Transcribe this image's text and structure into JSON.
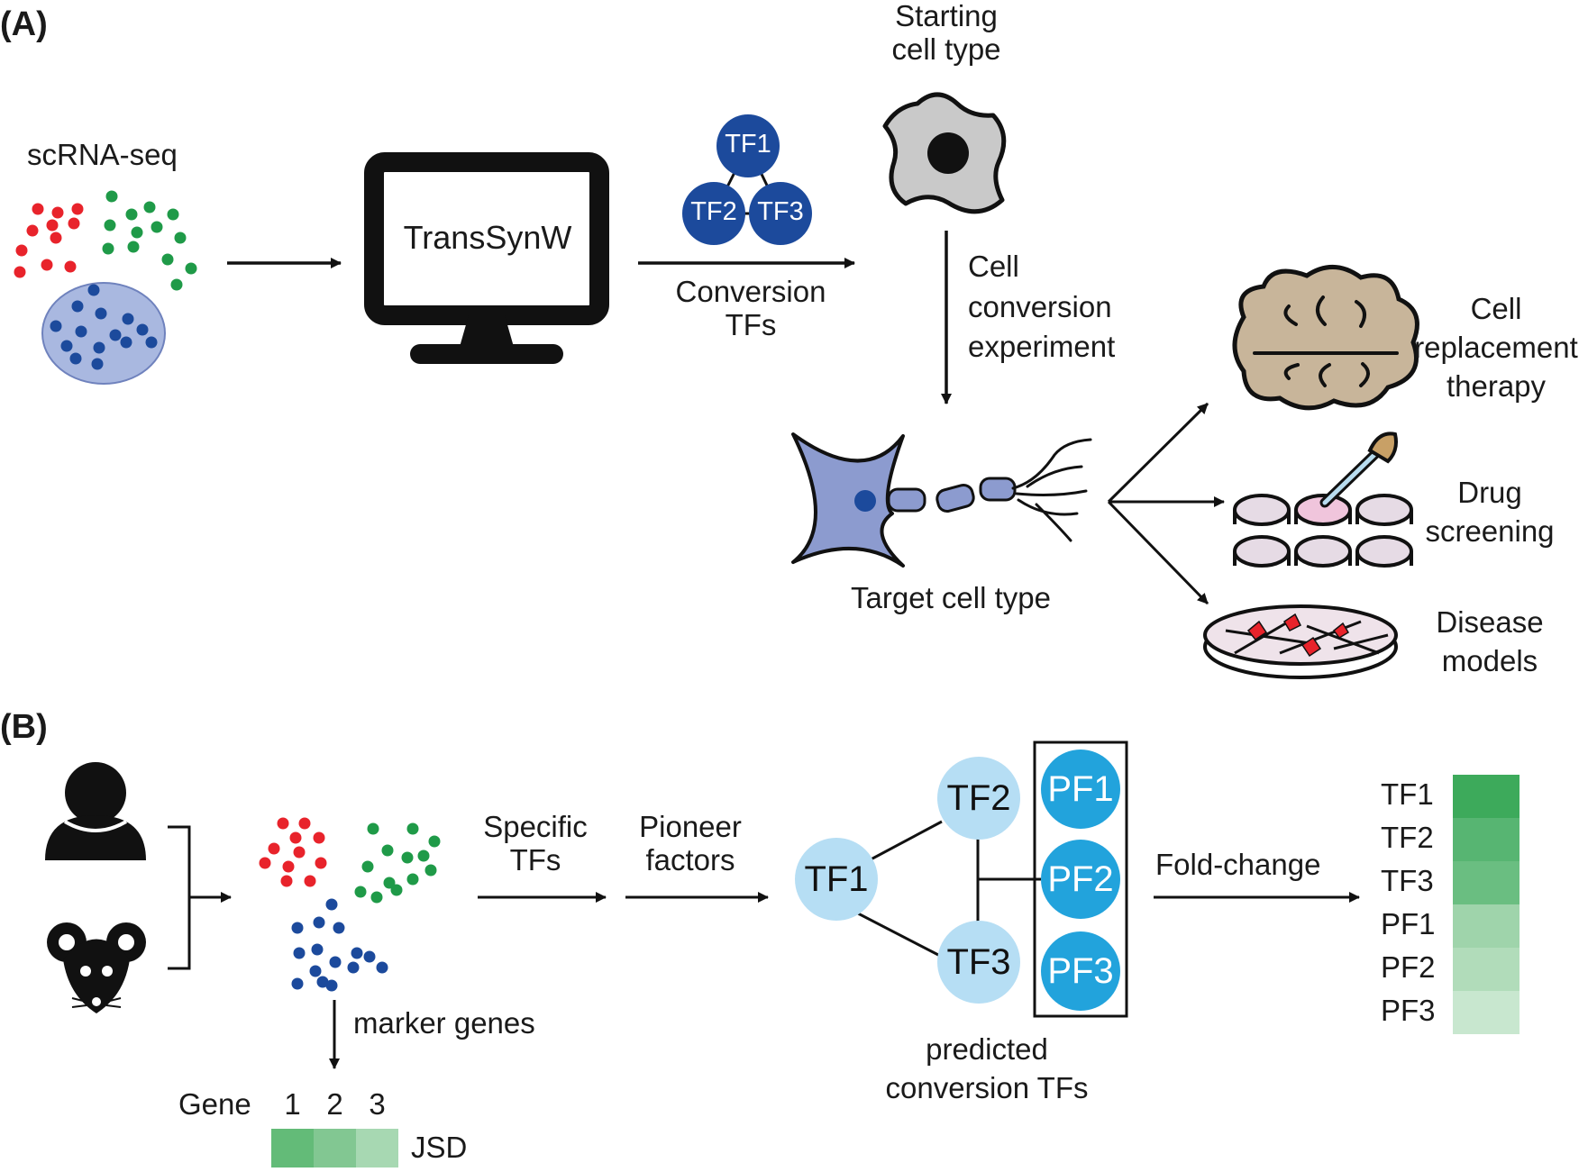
{
  "panel_a": {
    "label": "(A)",
    "scrna_label": "scRNA-seq",
    "software": "TransSynW",
    "tf_nodes": [
      "TF1",
      "TF2",
      "TF3"
    ],
    "conversion_tfs_label": "Conversion\nTFs",
    "starting_cell_label": "Starting\ncell type",
    "experiment_label": "Cell\nconversion\nexperiment",
    "target_cell_label": "Target cell type",
    "applications": [
      "Cell\nreplacement\ntherapy",
      "Drug\nscreening",
      "Disease\nmodels"
    ]
  },
  "panel_b": {
    "label": "(B)",
    "step_specific": "Specific\nTFs",
    "step_pioneer": "Pioneer\nfactors",
    "marker_genes_label": "marker genes",
    "gene_header": "Gene",
    "gene_numbers": [
      "1",
      "2",
      "3"
    ],
    "jsd_label": "JSD",
    "network_tfs": [
      "TF1",
      "TF2",
      "TF3"
    ],
    "pioneer_factors": [
      "PF1",
      "PF2",
      "PF3"
    ],
    "predicted_label": "predicted\nconversion TFs",
    "fold_change_label": "Fold-change",
    "ranking_labels": [
      "TF1",
      "TF2",
      "TF3",
      "PF1",
      "PF2",
      "PF3"
    ]
  },
  "colors": {
    "dark_blue": "#1c4a9c",
    "light_blue_node": "#b6def4",
    "pioneer_blue": "#22a3dc",
    "red_dots": "#e8232b",
    "green_dots": "#1f9a48",
    "target_cell": "#8c9bcf",
    "brain": "#c8b59a"
  }
}
